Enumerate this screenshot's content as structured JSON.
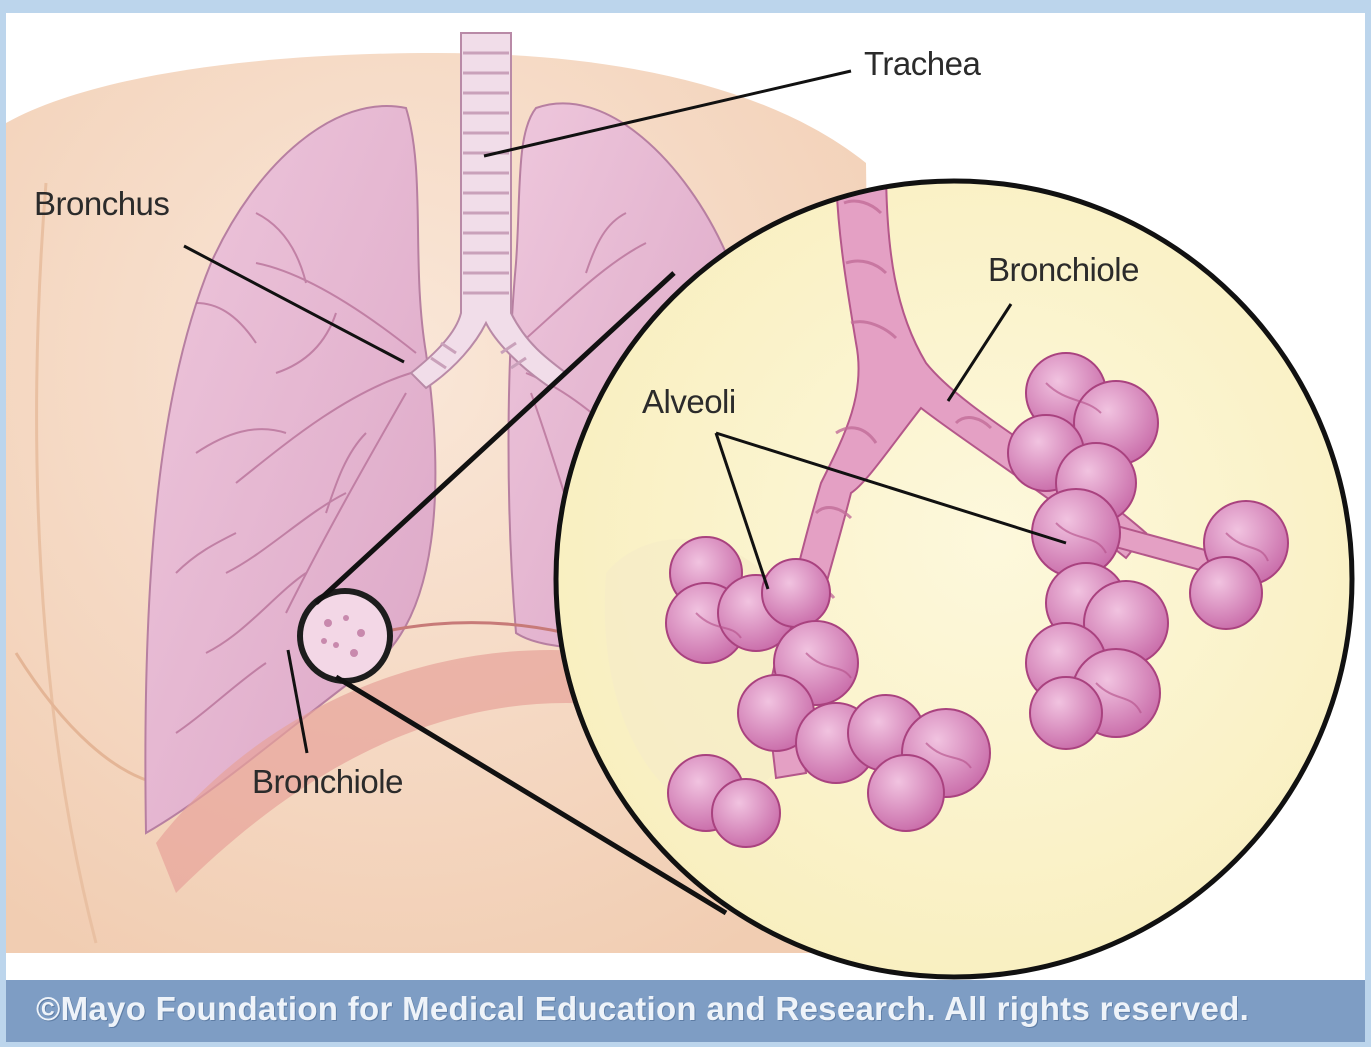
{
  "labels": {
    "trachea": "Trachea",
    "bronchus": "Bronchus",
    "bronchiole_left": "Bronchiole",
    "bronchiole_zoom": "Bronchiole",
    "alveoli": "Alveoli"
  },
  "footer": {
    "copyright": "©Mayo Foundation for Medical Education and Research.  All rights reserved."
  },
  "colors": {
    "lung": "#e9bcd6",
    "alveoli": "#d98ac0",
    "skin": "#f6dcc7",
    "zoom_background": "#fbf4cf",
    "footer_bar": "#7e9dc4"
  }
}
